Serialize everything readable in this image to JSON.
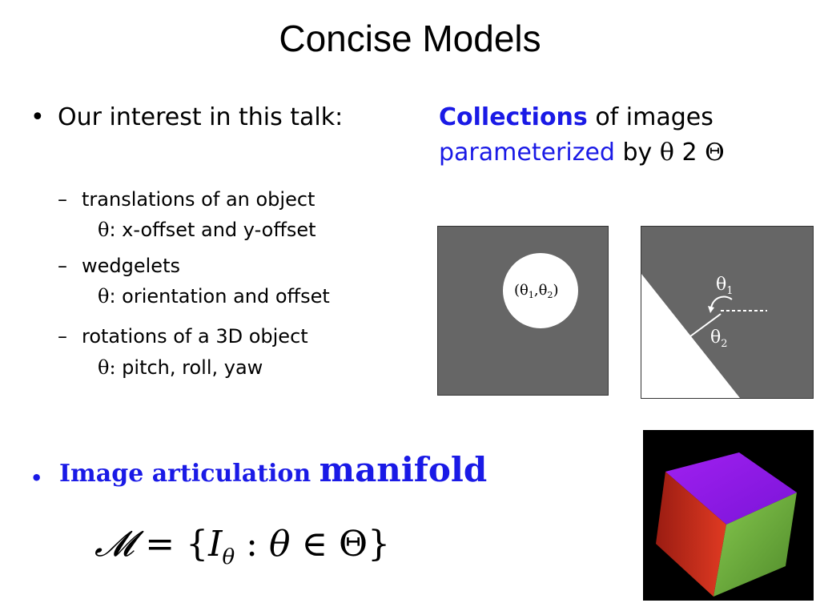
{
  "title": "Concise Models",
  "bullet1": {
    "dot": "•",
    "text": "Our interest in this talk:",
    "right_line1_blue": "Collections",
    "right_line1_rest": " of images",
    "right_line2_blue": "parameterized",
    "right_line2_by": " by ",
    "right_line2_theta": "θ",
    "right_line2_in": " 2 ",
    "right_line2_Theta": "Θ"
  },
  "sub_items": [
    {
      "dash": "–",
      "label": "translations of an object",
      "theta": "θ",
      "param": ": x-offset and y-offset"
    },
    {
      "dash": "–",
      "label": "wedgelets",
      "theta": "θ",
      "param": ": orientation and offset"
    },
    {
      "dash": "–",
      "label": "rotations of a 3D object",
      "theta": "θ:",
      "param": " pitch, roll, yaw"
    }
  ],
  "figure_translation": {
    "label": "(θ1,θ2)",
    "sym": "θ",
    "s1": "1",
    "comma": ",",
    "s2": "2"
  },
  "figure_wedgelet": {
    "theta1": "θ",
    "sub1": "1",
    "theta2": "θ",
    "sub2": "2"
  },
  "bullet2": {
    "dot": "•",
    "text_small": "Image articulation ",
    "text_big": "manifold"
  },
  "formula": {
    "M": "𝓜",
    "eq": " = {",
    "I": "I",
    "I_sub": "θ",
    "colon": " : ",
    "theta": "θ",
    "in": " ∈ ",
    "Theta": "Θ",
    "close": "}"
  },
  "colors": {
    "accent_blue": "#1a1ae6",
    "figure_gray": "#666666",
    "cube_top": "#8a1ae0",
    "cube_left": "#d2301e",
    "cube_right": "#6ab23a"
  }
}
